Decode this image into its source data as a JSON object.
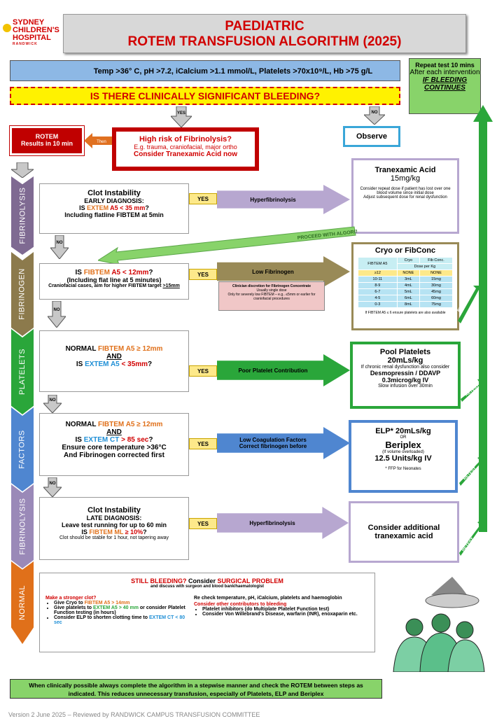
{
  "logo": {
    "line1": "SYDNEY",
    "line2": "CHILDREN'S",
    "line3": "HOSPITAL",
    "line4": "RANDWICK"
  },
  "title": {
    "line1": "PAEDIATRIC",
    "line2": "ROTEM TRANSFUSION ALGORITHM (2025)"
  },
  "targets": "Temp >36° C, pH >7.2, iCalcium >1.1 mmol/L, Platelets >70x10⁹/L, Hb >75 g/L",
  "repeat": {
    "line1": "Repeat test 10 mins",
    "line2": "After each intervention",
    "line3": "IF BLEEDING CONTINUES"
  },
  "question": "IS THERE CLINICALLY SIGNIFICANT BLEEDING?",
  "labels": {
    "yes": "YES",
    "no": "NO",
    "then": "Then",
    "proceed": "PROCEED WITH ALGORITHM",
    "retest": "RETEST"
  },
  "observe": "Observe",
  "rotem": {
    "line1": "ROTEM",
    "line2": "Results in 10 min"
  },
  "fibrinolysis_risk": {
    "line1": "High risk of Fibrinolysis?",
    "line2": "E.g. trauma, craniofacial, major ortho",
    "line3": "Consider Tranexamic Acid now"
  },
  "phases": [
    "FIBRINOLYSIS",
    "FIBRINOGEN",
    "PLATELETS",
    "FACTORS",
    "FIBRINOLYSIS",
    "NORMAL"
  ],
  "step1": {
    "title": "Clot Instability",
    "sub": "EARLY DIAGNOSIS:",
    "is": "IS",
    "extem": "EXTEM",
    "crit": "A5 < 35 mm",
    "q": "?",
    "line4": "Including flatline FIBTEM at 5min",
    "arrow": "Hyperfibrinolysis"
  },
  "txa": {
    "title": "Tranexamic Acid",
    "dose": "15mg/kg",
    "note1": "Consider repeat dose if patient has lost over one blood volume since initial dose",
    "note2": "Adjust subsequent dose for renal dysfunction"
  },
  "step2": {
    "is": "IS",
    "fibtem": "FIBTEM",
    "crit": "A5 < 12mm",
    "q": "?",
    "line2": "(Including flat line at 5 minutes)",
    "line3": "Craniofacial cases, aim for higher FIBTEM target",
    "target": ">15mm",
    "arrow": "Low Fibrinogen",
    "pink1": "Clinician discretion for Fibrinogen Concentrate",
    "pink2": "Usually single dose",
    "pink3": "Only for severely low FIBTEM – e.g.. ≤5mm or earlier for craniofacial procedures"
  },
  "cryo": {
    "title": "Cryo or FibConc",
    "headers": [
      "FIBTEM A5",
      "Cryo",
      "Fib Conc."
    ],
    "subheader": "Dose per Kg",
    "rows": [
      [
        "≥12",
        "NONE",
        "NONE"
      ],
      [
        "10-11",
        "3mL",
        "15mg"
      ],
      [
        "8-9",
        "4mL",
        "30mg"
      ],
      [
        "6-7",
        "5mL",
        "45mg"
      ],
      [
        "4-5",
        "6mL",
        "60mg"
      ],
      [
        "0-3",
        "8mL",
        "75mg"
      ]
    ],
    "note": "If FIBTEM A5 ≤ 6 ensure platelets are also available"
  },
  "step3": {
    "normal": "NORMAL",
    "fibtem": "FIBTEM",
    "crit1": "A5 ≥ 12mm",
    "and": "AND",
    "is": "IS",
    "extem": "EXTEM",
    "crit2": "A5",
    "crit2b": "< 35mm",
    "q": "?",
    "arrow": "Poor Platelet Contribution"
  },
  "platelets": {
    "title": "Pool Platelets",
    "dose": "20mLs/kg",
    "note1": "If chronic renal dysfunction also consider",
    "ddavp": "Desmopressin / DDAVP",
    "ddavp_dose": "0.3microg/kg IV",
    "note2": "Slow infusion over 30min"
  },
  "step4": {
    "normal": "NORMAL",
    "fibtem": "FIBTEM",
    "crit1": "A5 ≥ 12mm",
    "and": "AND",
    "is": "IS",
    "extem": "EXTEM",
    "crit2": "CT",
    "crit2b": "> 85 sec",
    "q": "?",
    "line4": "Ensure core temperature >36°C",
    "line5": "And Fibrinogen corrected first",
    "arrow1": "Low Coagulation Factors",
    "arrow2": "Correct fibrinogen before"
  },
  "elp": {
    "line1": "ELP* 20mLs/kg",
    "or": "OR",
    "beriplex": "Beriplex",
    "note": "(If volume overloaded)",
    "dose": "12.5 Units/kg IV",
    "footnote": "* FFP for Neonates"
  },
  "step5": {
    "title": "Clot Instability",
    "sub": "LATE DIAGNOSIS:",
    "line3": "Leave test running for up to 60 min",
    "is": "IS",
    "fibtem": "FIBTEM",
    "ml": "ML",
    "crit": "≥ 10%",
    "q": "?",
    "line5": "Clot should be stable for 1 hour, not tapering away",
    "arrow": "Hyperfibrinolysis"
  },
  "additional_txa": "Consider additional tranexamic acid",
  "surgical": {
    "still": "STILL BLEEDING?",
    "consider": "Consider",
    "problem": "SURGICAL PROBLEM",
    "sub": "and discuss with surgeon and blood bank/haematologist",
    "left_title": "Make a stronger clot?",
    "left_items": [
      {
        "a": "Give Cryo to ",
        "b": "FIBTEM A5 > 14mm",
        "c": ""
      },
      {
        "a": "Give platelets to ",
        "b": "EXTEM A5 > 40 mm",
        "c": " or consider Platelet Function testing (in hours)"
      },
      {
        "a": "Consider ELP to shorten clotting time to ",
        "b": "EXTEM CT < 80 sec",
        "c": ""
      }
    ],
    "right_line1": "Re check temperature, pH, iCalcium, platelets and haemoglobin",
    "right_title": "Consider other contributors to bleeding",
    "right_items": [
      "Platelet inhibitors (do Multiplate Platelet Function test)",
      "Consider Von Willebrand's Disease, warfarin (INR), enoxaparin etc."
    ]
  },
  "footer_note": "When clinically possible always complete the algorithm in a stepwise manner and check the ROTEM between steps as indicated. This reduces unnecessary transfusion, especially of Platelets, ELP and Beriplex",
  "version": "Version 2 June 2025 – Reviewed by RANDWICK CAMPUS TRANSFUSION COMMITTEE"
}
